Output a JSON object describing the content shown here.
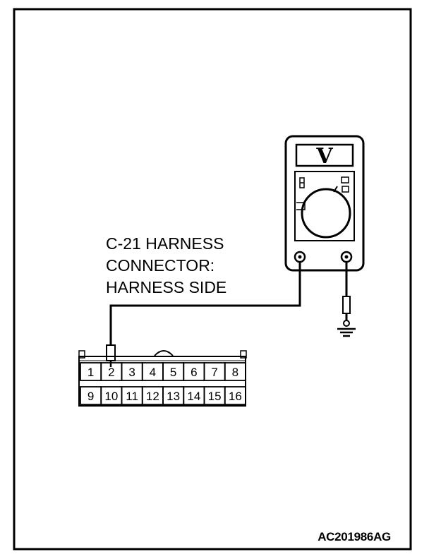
{
  "meter": {
    "unit": "V"
  },
  "connector": {
    "label_lines": [
      "C-21 HARNESS",
      "CONNECTOR:",
      "HARNESS SIDE"
    ],
    "top_row": [
      "1",
      "2",
      "3",
      "4",
      "5",
      "6",
      "7",
      "8"
    ],
    "bottom_row": [
      "9",
      "10",
      "11",
      "12",
      "13",
      "14",
      "15",
      "16"
    ]
  },
  "figure_code": "AC201986AG"
}
